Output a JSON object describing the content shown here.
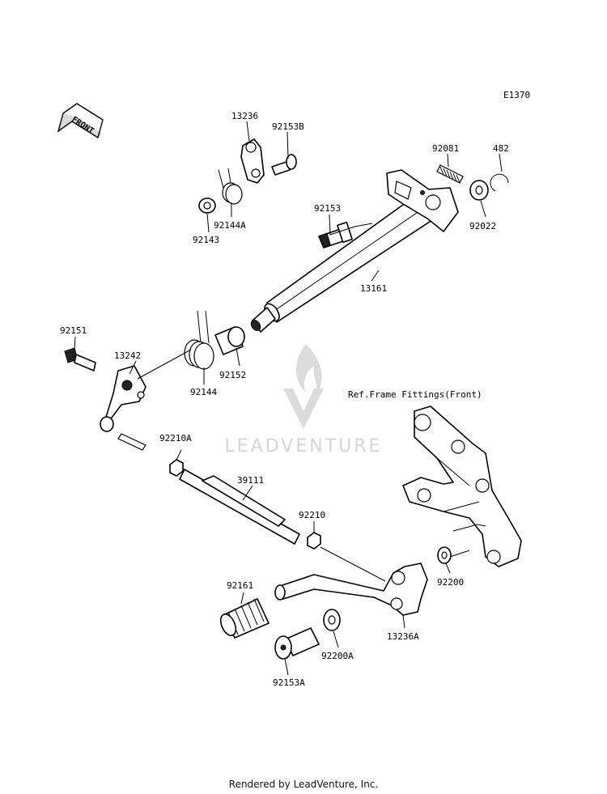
{
  "diagram_code": "E1370",
  "front_label": "FRONT",
  "watermark": "LEADVENTURE",
  "reference_note": "Ref.Frame Fittings(Front)",
  "footer": "Rendered by LeadVenture, Inc.",
  "parts": {
    "p13236": "13236",
    "p92153B": "92153B",
    "p92081": "92081",
    "p482": "482",
    "p92153": "92153",
    "p92022": "92022",
    "p92144A": "92144A",
    "p92143": "92143",
    "p13161": "13161",
    "p92151": "92151",
    "p13242": "13242",
    "p92152": "92152",
    "p92144": "92144",
    "p92210A": "92210A",
    "p39111": "39111",
    "p92210": "92210",
    "p92200": "92200",
    "p92161": "92161",
    "p13236A": "13236A",
    "p92200A": "92200A",
    "p92153A": "92153A"
  }
}
